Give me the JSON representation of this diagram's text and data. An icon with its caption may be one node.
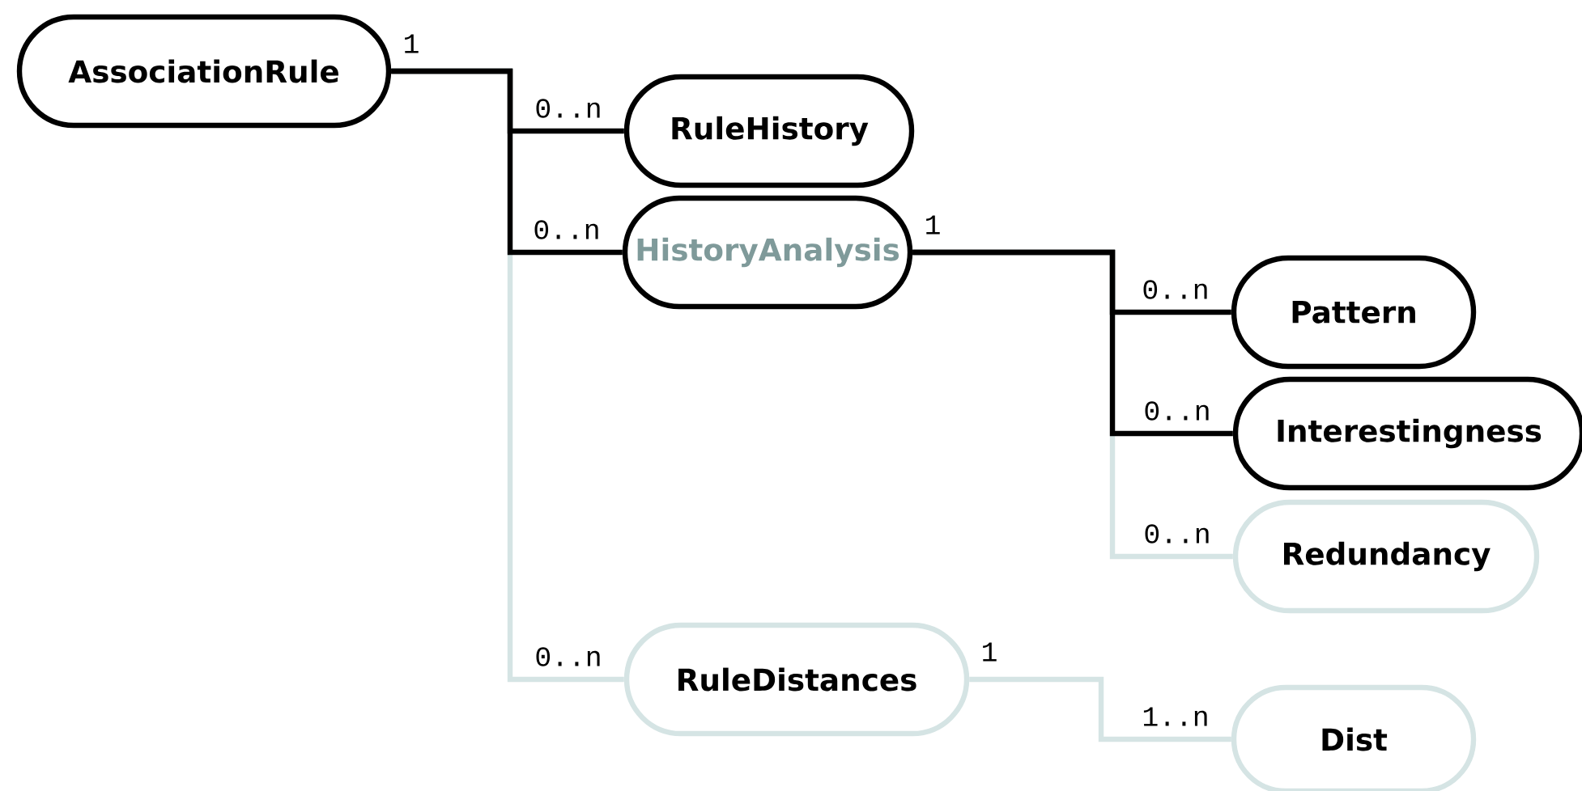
{
  "diagram": {
    "nodes": [
      {
        "text": [
          "AssociationRule"
        ]
      },
      {
        "text": [
          "RuleHistory"
        ]
      },
      {
        "text": [
          "HistoryAnalysis"
        ]
      },
      {
        "text": [
          "Pattern"
        ]
      },
      {
        "text": [
          "Interestingness"
        ]
      },
      {
        "text": [
          "Redundancy"
        ]
      },
      {
        "text": [
          "RuleDistances"
        ]
      },
      {
        "text": [
          "Dist"
        ]
      }
    ],
    "edges": [
      {
        "from": 0,
        "to": 1,
        "arrow": "none",
        "label": "0..n"
      },
      {
        "from": 0,
        "to": 2,
        "arrow": "none",
        "label": "0..n"
      },
      {
        "from": 0,
        "to": 6,
        "arrow": "none",
        "label": "0..n",
        "color": "#d5e4e4"
      },
      {
        "from": 2,
        "to": 3,
        "arrow": "none",
        "label": "0..n"
      },
      {
        "from": 2,
        "to": 4,
        "arrow": "none",
        "label": "0..n"
      },
      {
        "from": 2,
        "to": 5,
        "arrow": "none",
        "label": "0..n",
        "color": "#d5e4e4"
      },
      {
        "from": 6,
        "to": 7,
        "arrow": "none",
        "label": "1..n",
        "color": "#d5e4e4"
      }
    ],
    "labels": [
      "1",
      "1",
      "1"
    ]
  }
}
